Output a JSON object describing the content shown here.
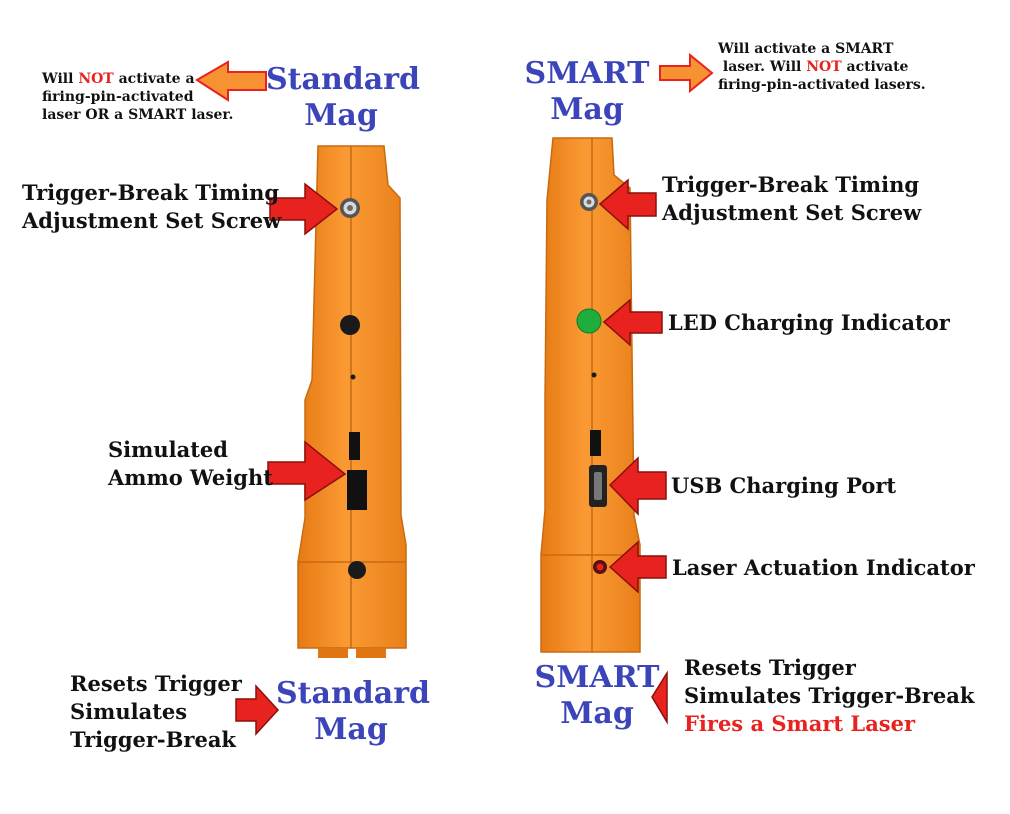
{
  "left": {
    "top_title": [
      "Standard",
      "Mag"
    ],
    "bottom_title": [
      "Standard",
      "Mag"
    ],
    "note": {
      "line1_pre": "Will ",
      "line1_emph": "NOT",
      "line1_post": " activate a",
      "line2": "firing-pin-activated",
      "line3": "laser OR a SMART laser."
    },
    "callouts": {
      "set_screw": [
        "Trigger-Break Timing",
        "Adjustment Set Screw"
      ],
      "ammo_weight": [
        "Simulated",
        "Ammo Weight"
      ],
      "resets": [
        "Resets Trigger",
        "Simulates",
        "Trigger-Break"
      ]
    }
  },
  "right": {
    "top_title": [
      "SMART",
      "Mag"
    ],
    "bottom_title": [
      "SMART",
      "Mag"
    ],
    "note": {
      "line1": "Will activate a SMART",
      "line2_pre": "laser.  Will ",
      "line2_emph": "NOT",
      "line2_post": " activate",
      "line3": "firing-pin-activated lasers."
    },
    "callouts": {
      "set_screw": [
        "Trigger-Break Timing",
        "Adjustment Set Screw"
      ],
      "led": "LED Charging Indicator",
      "usb": "USB Charging Port",
      "laser": "Laser Actuation Indicator",
      "resets": [
        "Resets Trigger",
        "Simulates Trigger-Break"
      ],
      "fires": "Fires a Smart Laser"
    }
  },
  "colors": {
    "title_blue": "#3b44b8",
    "arrow_red": "#e8231f",
    "arrow_orange": "#f79232",
    "mag_orange": "#f78d24",
    "led_green": "#1fae3c"
  }
}
